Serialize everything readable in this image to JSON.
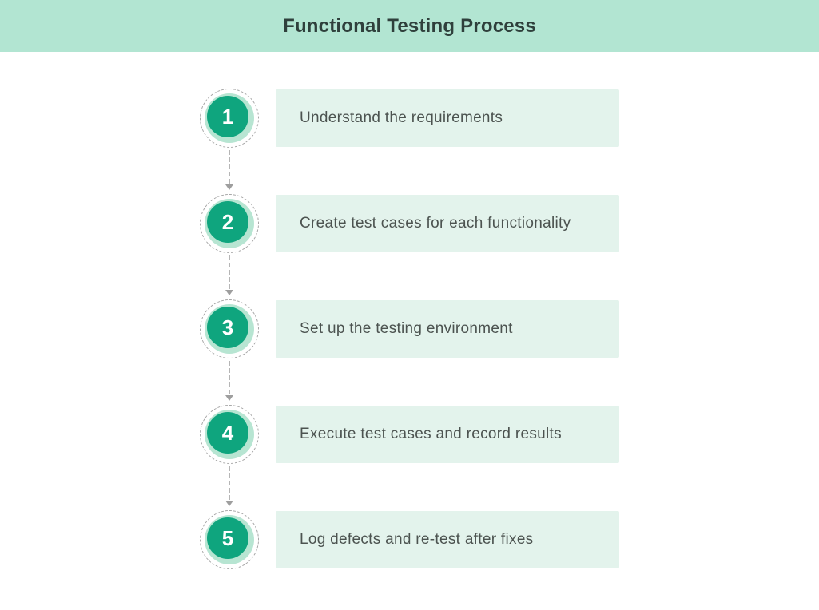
{
  "header": {
    "title": "Functional Testing Process"
  },
  "steps": [
    {
      "number": "1",
      "label": "Understand the requirements"
    },
    {
      "number": "2",
      "label": "Create test cases for each functionality"
    },
    {
      "number": "3",
      "label": "Set up the testing environment"
    },
    {
      "number": "4",
      "label": "Execute test cases and record results"
    },
    {
      "number": "5",
      "label": "Log defects and re-test after fixes"
    }
  ],
  "colors": {
    "header_bg": "#b2e5d2",
    "title_text": "#2f403c",
    "box_bg": "#e3f3ec",
    "label_text": "#4c5350",
    "circle_fill": "#0fa57e",
    "circle_ring": "#b7e5d2",
    "circle_dash": "#a5a5a5",
    "connector": "#b5b5b5",
    "arrow": "#9e9e9e",
    "number_text": "#ffffff",
    "page_bg": "#ffffff"
  }
}
